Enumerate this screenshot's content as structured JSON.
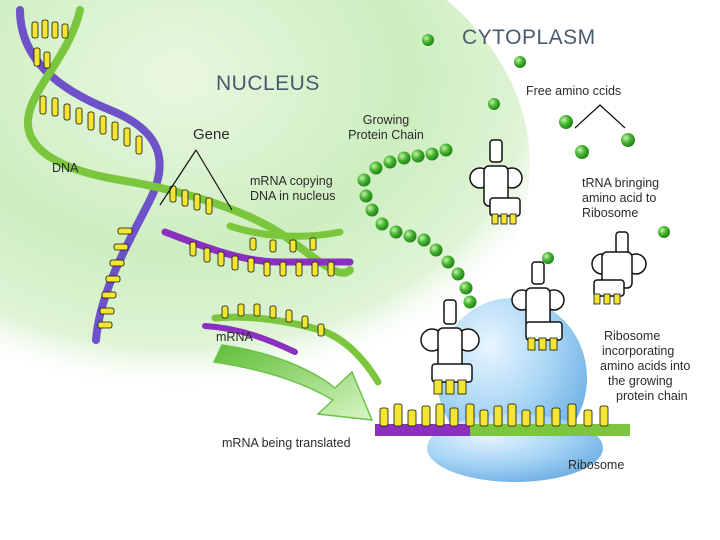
{
  "labels": {
    "cytoplasm": "CYTOPLASM",
    "nucleus": "NUCLEUS",
    "free_amino": "Free amino ccids",
    "growing_chain": [
      "Growing",
      "Protein Chain"
    ],
    "gene": "Gene",
    "dna": "DNA",
    "mrna_copying": [
      "mRNA copying",
      "DNA in nucleus"
    ],
    "trna": [
      "tRNA bringing",
      "amino acid to",
      "Ribosome"
    ],
    "mrna": "mRNA",
    "ribosome_incorp": [
      "Ribosome",
      "incorporating",
      "amino acids into",
      "the growing",
      "protein chain"
    ],
    "mrna_translated": "mRNA being translated",
    "ribosome": "Ribosome"
  },
  "colors": {
    "nucleus_glow": "#c4ecb4",
    "dna_purple": "#7a5ad6",
    "dna_green": "#7cc63e",
    "base_yellow": "#f3e531",
    "mrna_purple": "#8a2fc0",
    "amino_green": "#3fae2b",
    "ribosome_blue": "#9fd0f2",
    "arrow_green": "#8edf68"
  }
}
